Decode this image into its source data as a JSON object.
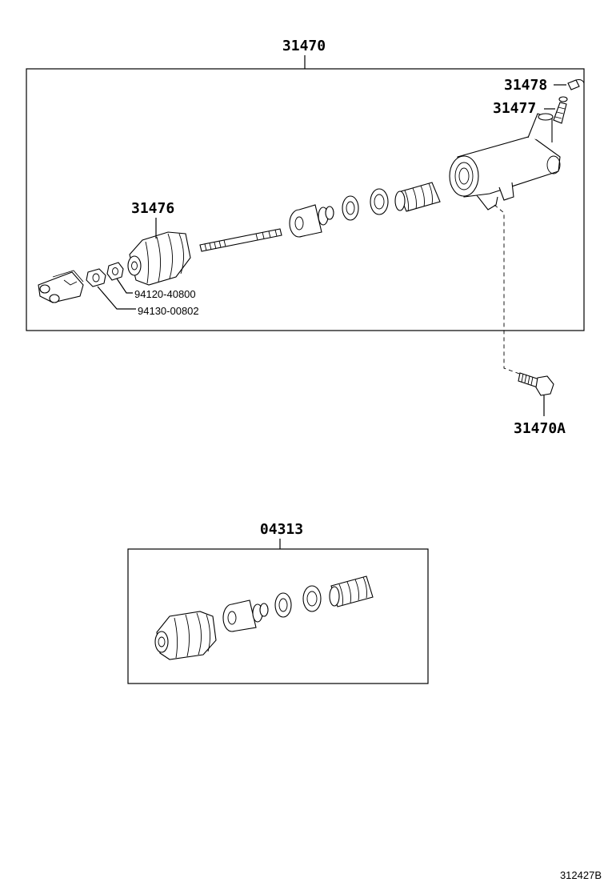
{
  "diagram": {
    "figure_code": "312427B",
    "assembly": {
      "label": "31470",
      "parts": [
        {
          "part_no": "31478"
        },
        {
          "part_no": "31477"
        },
        {
          "part_no": "31476"
        },
        {
          "part_no": "94120-40800"
        },
        {
          "part_no": "94130-00802"
        }
      ]
    },
    "external_bolt": {
      "label": "31470A"
    },
    "repair_kit": {
      "label": "04313"
    }
  }
}
